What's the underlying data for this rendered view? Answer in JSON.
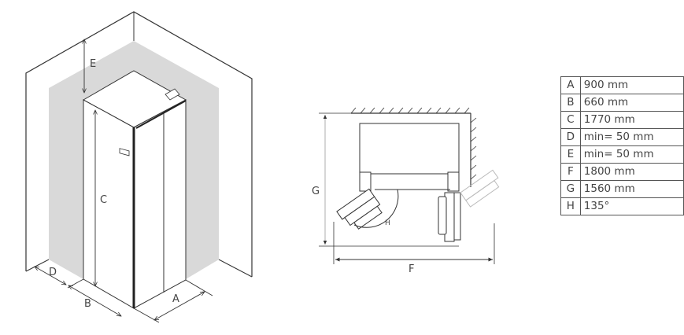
{
  "left_diagram": {
    "labels": {
      "A": "A",
      "B": "B",
      "C": "C",
      "D": "D",
      "E": "E"
    }
  },
  "right_diagram": {
    "labels": {
      "F": "F",
      "G": "G",
      "H": "H"
    }
  },
  "dimensions_table": {
    "rows": [
      {
        "key": "A",
        "value": "900 mm"
      },
      {
        "key": "B",
        "value": "660 mm"
      },
      {
        "key": "C",
        "value": "1770 mm"
      },
      {
        "key": "D",
        "value": "min= 50 mm"
      },
      {
        "key": "E",
        "value": "min= 50 mm"
      },
      {
        "key": "F",
        "value": "1800 mm"
      },
      {
        "key": "G",
        "value": "1560 mm"
      },
      {
        "key": "H",
        "value": "135°"
      }
    ]
  },
  "colors": {
    "line": "#333333",
    "shade": "#d9d9d9",
    "ghost": "#bbbbbb"
  }
}
